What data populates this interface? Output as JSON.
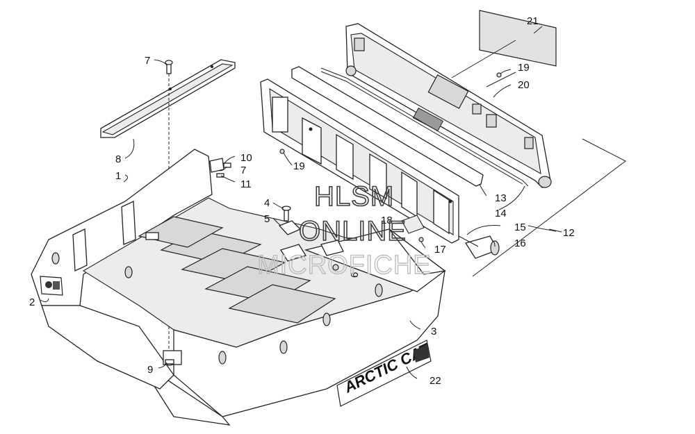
{
  "labels": {
    "l1": "1",
    "l2": "2",
    "l3": "3",
    "l4": "4",
    "l5": "5",
    "l6": "6",
    "l7a": "7",
    "l7b": "7",
    "l8": "8",
    "l9": "9",
    "l10": "10",
    "l11": "11",
    "l12": "12",
    "l13": "13",
    "l14": "14",
    "l15": "15",
    "l16": "16",
    "l17": "17",
    "l18": "18",
    "l19a": "19",
    "l19b": "19",
    "l20": "20",
    "l21": "21",
    "l22": "22"
  },
  "watermark": {
    "line1": "HLSM",
    "line2": "ONLINE",
    "line3": "MICROFICHE"
  },
  "decal_text": "ARCTIC CAT"
}
